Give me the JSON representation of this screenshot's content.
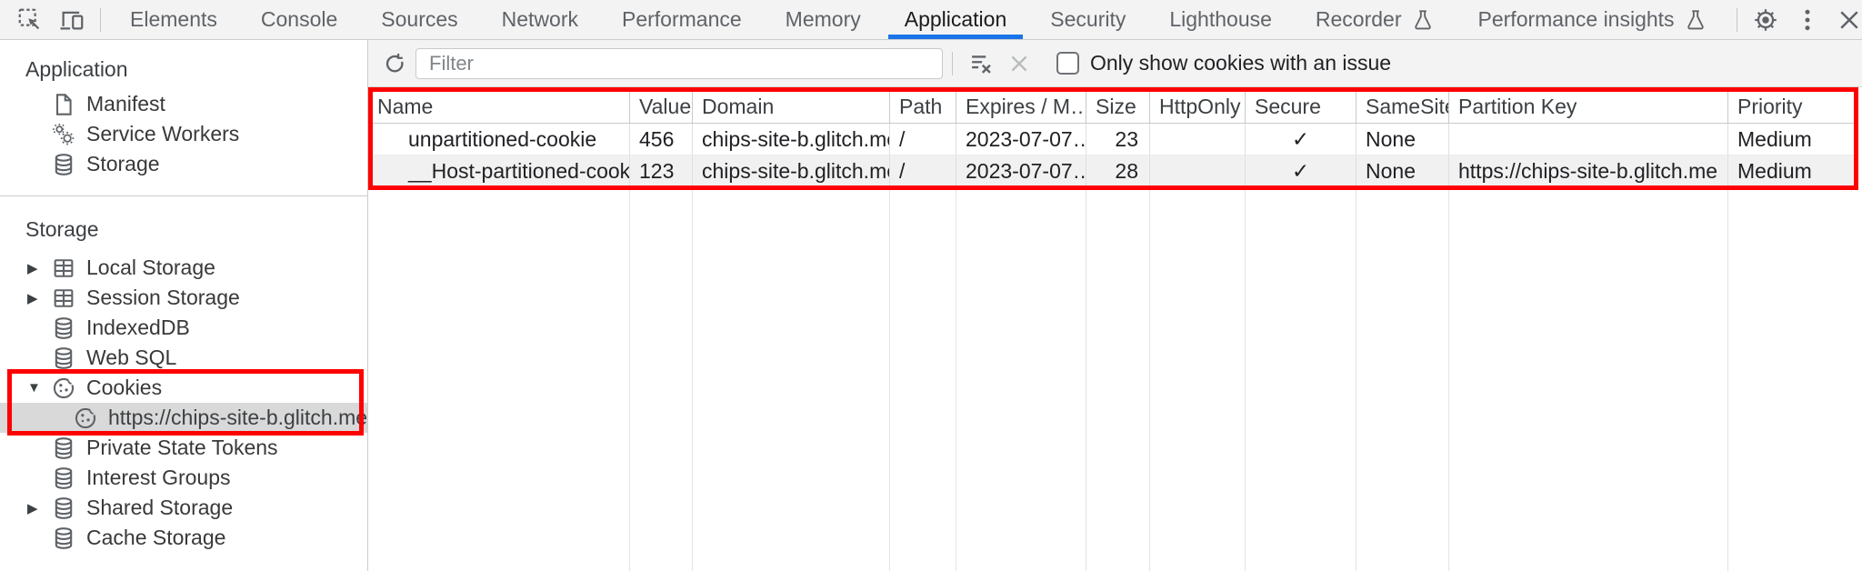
{
  "tabbar": {
    "tabs": [
      {
        "label": "Elements"
      },
      {
        "label": "Console"
      },
      {
        "label": "Sources"
      },
      {
        "label": "Network"
      },
      {
        "label": "Performance"
      },
      {
        "label": "Memory"
      },
      {
        "label": "Application",
        "selected": true
      },
      {
        "label": "Security"
      },
      {
        "label": "Lighthouse"
      },
      {
        "label": "Recorder",
        "experimental": true
      },
      {
        "label": "Performance insights",
        "experimental": true
      }
    ]
  },
  "sidebar": {
    "application_section": {
      "header": "Application",
      "items": [
        {
          "label": "Manifest",
          "icon": "document-icon"
        },
        {
          "label": "Service Workers",
          "icon": "service-workers-icon"
        },
        {
          "label": "Storage",
          "icon": "database-icon"
        }
      ]
    },
    "storage_section": {
      "header": "Storage",
      "items": [
        {
          "label": "Local Storage",
          "icon": "table-icon",
          "state": "collapsed"
        },
        {
          "label": "Session Storage",
          "icon": "table-icon",
          "state": "collapsed"
        },
        {
          "label": "IndexedDB",
          "icon": "database-icon"
        },
        {
          "label": "Web SQL",
          "icon": "database-icon"
        },
        {
          "label": "Cookies",
          "icon": "cookie-icon",
          "state": "expanded"
        },
        {
          "label": "https://chips-site-b.glitch.me",
          "icon": "cookie-icon",
          "child": true,
          "selected": true
        },
        {
          "label": "Private State Tokens",
          "icon": "database-icon"
        },
        {
          "label": "Interest Groups",
          "icon": "database-icon"
        },
        {
          "label": "Shared Storage",
          "icon": "database-icon",
          "state": "collapsed"
        },
        {
          "label": "Cache Storage",
          "icon": "database-icon"
        }
      ]
    }
  },
  "toolbar": {
    "filter_placeholder": "Filter",
    "only_issue_label": "Only show cookies with an issue"
  },
  "table": {
    "columns": [
      "Name",
      "Value",
      "Domain",
      "Path",
      "Expires / M…",
      "Size",
      "HttpOnly",
      "Secure",
      "SameSite",
      "Partition Key",
      "Priority"
    ],
    "rows": [
      {
        "cells": [
          "unpartitioned-cookie",
          "456",
          "chips-site-b.glitch.me",
          "/",
          "2023-07-07…",
          "23",
          "",
          "✓",
          "None",
          "",
          "Medium"
        ]
      },
      {
        "cells": [
          "__Host-partitioned-cookie",
          "123",
          "chips-site-b.glitch.me",
          "/",
          "2023-07-07…",
          "28",
          "",
          "✓",
          "None",
          "https://chips-site-b.glitch.me",
          "Medium"
        ]
      }
    ]
  },
  "glyphs": {
    "collapsed": "▶",
    "expanded": "▼"
  },
  "colors": {
    "accent_blue": "#1a73e8",
    "annotation_red": "#ff0000",
    "selection_gray": "#d9d9d9",
    "icon_gray": "#5f6368"
  }
}
